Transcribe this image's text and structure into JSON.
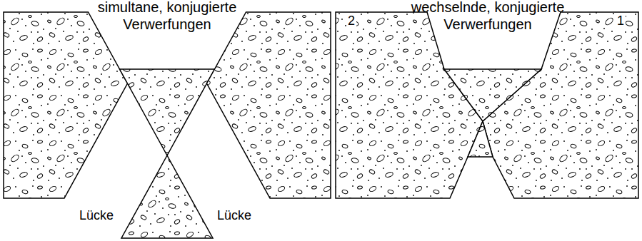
{
  "diagram": {
    "labels": [
      "simultane, konjugierte Verwerfungen",
      "wechselnde, konjugierte Verwerfungen",
      "Lücke",
      "Lücke",
      "2",
      "1"
    ]
  }
}
